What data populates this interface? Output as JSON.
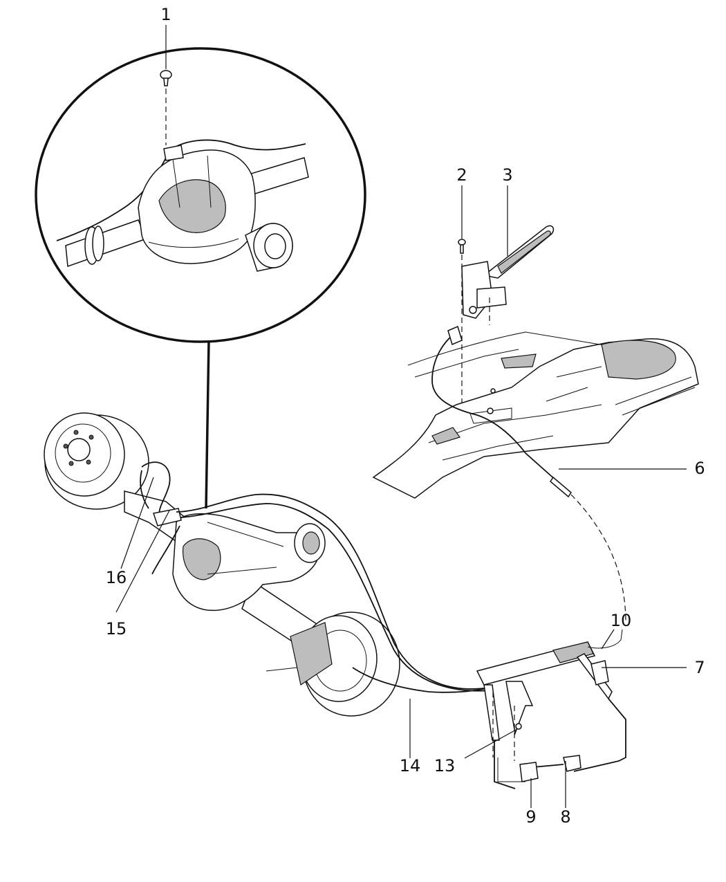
{
  "callouts": {
    "c1": "1",
    "c2": "2",
    "c3": "3",
    "c6": "6",
    "c7": "7",
    "c8": "8",
    "c9": "9",
    "c10": "10",
    "c13": "13",
    "c14": "14",
    "c15": "15",
    "c16": "16"
  }
}
